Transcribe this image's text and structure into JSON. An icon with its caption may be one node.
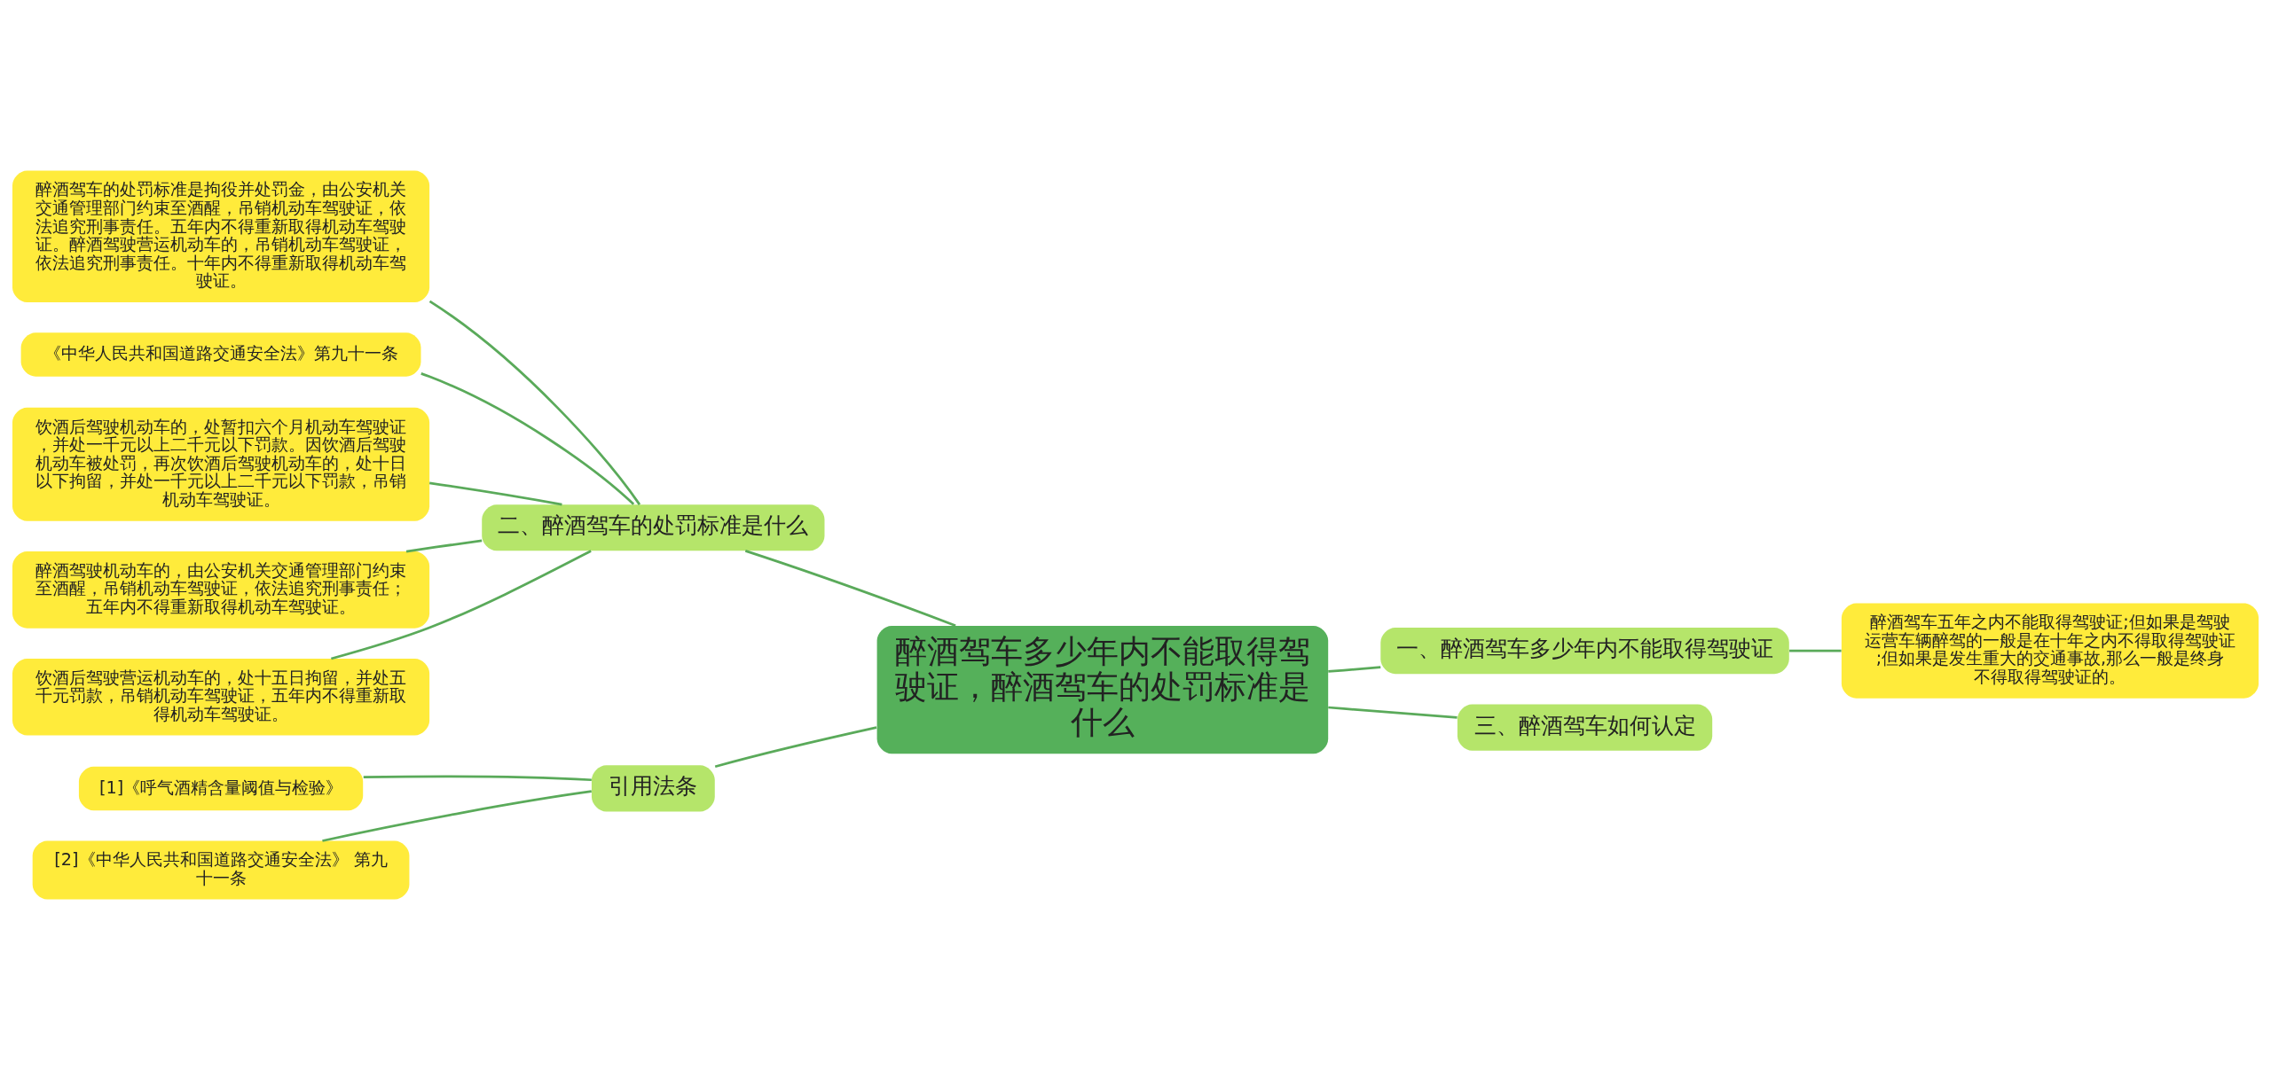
{
  "diagram": {
    "nodes": [
      {
        "text": [
          "醉酒驾车多少年内不能取得驾驶证，醉酒驾车的处罚标准是什么"
        ]
      },
      {
        "text": [
          "二、醉酒驾车的处罚标准是什么"
        ]
      },
      {
        "text": [
          "醉酒驾车的处罚标准是拘役并处罚金，由公安机关交通管理部门约束至酒醒，吊销机动车驾驶证，依法追究刑事责任。五年内不得重新取得机动车驾驶证。醉酒驾驶营运机动车的，吊销机动车驾驶证，依法追究刑事责任。十年内不得重新取得机动车驾驶证。"
        ]
      },
      {
        "text": [
          "《中华人民共和国道路交通安全法》第九十一条"
        ]
      },
      {
        "text": [
          "饮酒后驾驶机动车的，处暂扣六个月机动车驾驶证，并处一千元以上二千元以下罚款。因饮酒后驾驶机动车被处罚，再次饮酒后驾驶机动车的，处十日以下拘留，并处一千元以上二千元以下罚款，吊销机动车驾驶证。"
        ]
      },
      {
        "text": [
          "醉酒驾驶机动车的，由公安机关交通管理部门约束至酒醒，吊销机动车驾驶证，依法追究刑事责任；五年内不得重新取得机动车驾驶证。"
        ]
      },
      {
        "text": [
          "饮酒后驾驶营运机动车的，处十五日拘留，并处五千元罚款，吊销机动车驾驶证，五年内不得重新取得机动车驾驶证。"
        ]
      },
      {
        "text": [
          "引用法条"
        ]
      },
      {
        "text": [
          "[1]《呼气酒精含量阈值与检验》"
        ]
      },
      {
        "text": [
          "[2]《中华人民共和国道路交通安全法》 第九十一条"
        ]
      },
      {
        "text": [
          "一、醉酒驾车多少年内不能取得驾驶证"
        ]
      },
      {
        "text": [
          "醉酒驾车五年之内不能取得驾驶证;但如果是驾驶运营车辆醉驾的一般是在十年之内不得取得驾驶证;但如果是发生重大的交通事故,那么一般是终身不得取得驾驶证的。"
        ]
      },
      {
        "text": [
          "三、醉酒驾车如何认定"
        ]
      }
    ],
    "edges": [
      {
        "from": 0,
        "to": 1,
        "arrow": "none"
      },
      {
        "from": 1,
        "to": 2,
        "arrow": "none"
      },
      {
        "from": 1,
        "to": 3,
        "arrow": "none"
      },
      {
        "from": 1,
        "to": 4,
        "arrow": "none"
      },
      {
        "from": 1,
        "to": 5,
        "arrow": "none"
      },
      {
        "from": 1,
        "to": 6,
        "arrow": "none"
      },
      {
        "from": 0,
        "to": 7,
        "arrow": "none"
      },
      {
        "from": 7,
        "to": 8,
        "arrow": "none"
      },
      {
        "from": 7,
        "to": 9,
        "arrow": "none"
      },
      {
        "from": 0,
        "to": 10,
        "arrow": "none"
      },
      {
        "from": 10,
        "to": 11,
        "arrow": "none"
      },
      {
        "from": 0,
        "to": 12,
        "arrow": "none"
      }
    ]
  }
}
